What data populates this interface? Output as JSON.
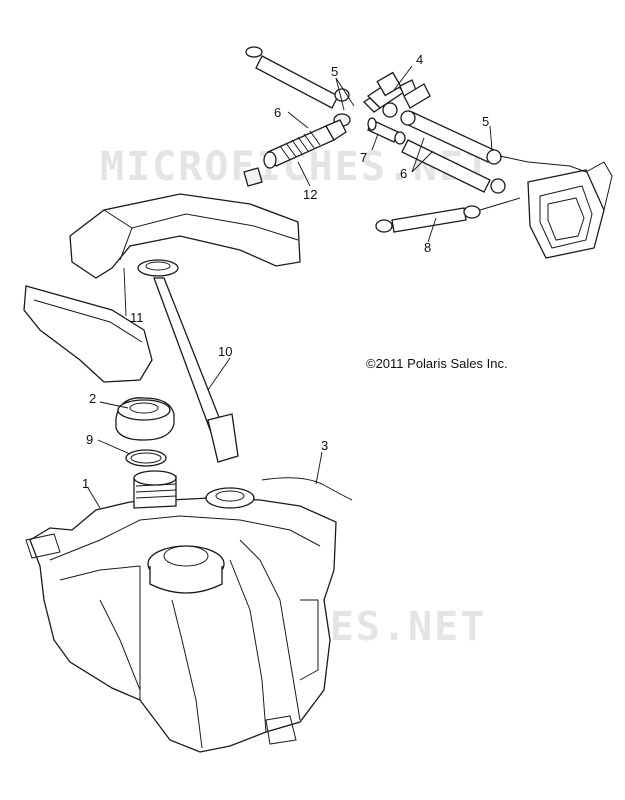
{
  "copyright": "©2011 Polaris Sales Inc.",
  "watermark_text": "MICROFICHES.NET",
  "callouts": {
    "c1": "1",
    "c2": "2",
    "c3": "3",
    "c4": "4",
    "c5a": "5",
    "c5b": "5",
    "c6a": "6",
    "c6b": "6",
    "c7": "7",
    "c8": "8",
    "c9": "9",
    "c10": "10",
    "c11": "11",
    "c12": "12"
  },
  "colors": {
    "line": "#1a1a1a",
    "watermark": "#e4e4e4",
    "background": "#ffffff"
  }
}
